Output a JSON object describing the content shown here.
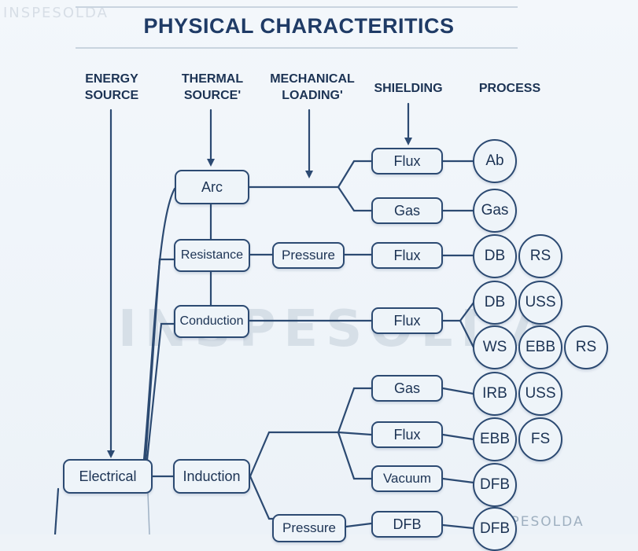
{
  "watermark": {
    "text": "INSPESOLDA",
    "top_left": "INSPESOLDA",
    "bottom_right": "INSPESOLDA"
  },
  "title": "PHYSICAL CHARACTERITICS",
  "headers": {
    "energy_source": "ENERGY\nSOURCE",
    "thermal_source": "THERMAL\nSOURCE'",
    "mechanical_loading": "MECHANICAL\nLOADING'",
    "shielding": "SHIELDING",
    "process": "PROCESS"
  },
  "energy": {
    "electrical": "Electrical"
  },
  "thermal": {
    "arc": "Arc",
    "resistance": "Resistance",
    "conduction": "Conduction",
    "induction": "Induction"
  },
  "mechanical": {
    "pressure_1": "Pressure",
    "pressure_2": "Pressure"
  },
  "shielding": {
    "flux_1": "Flux",
    "gas_1": "Gas",
    "flux_2": "Flux",
    "flux_3": "Flux",
    "gas_2": "Gas",
    "flux_4": "Flux",
    "vacuum": "Vacuum",
    "dfb": "DFB"
  },
  "process": {
    "ab": "Ab",
    "gas": "Gas",
    "db_1": "DB",
    "rs_1": "RS",
    "db_2": "DB",
    "uss_1": "USS",
    "ws": "WS",
    "ebb_1": "EBB",
    "rs_2": "RS",
    "irb": "IRB",
    "uss_2": "USS",
    "ebb_2": "EBB",
    "fs": "FS",
    "dfb_1": "DFB",
    "dfb_2": "DFB"
  }
}
